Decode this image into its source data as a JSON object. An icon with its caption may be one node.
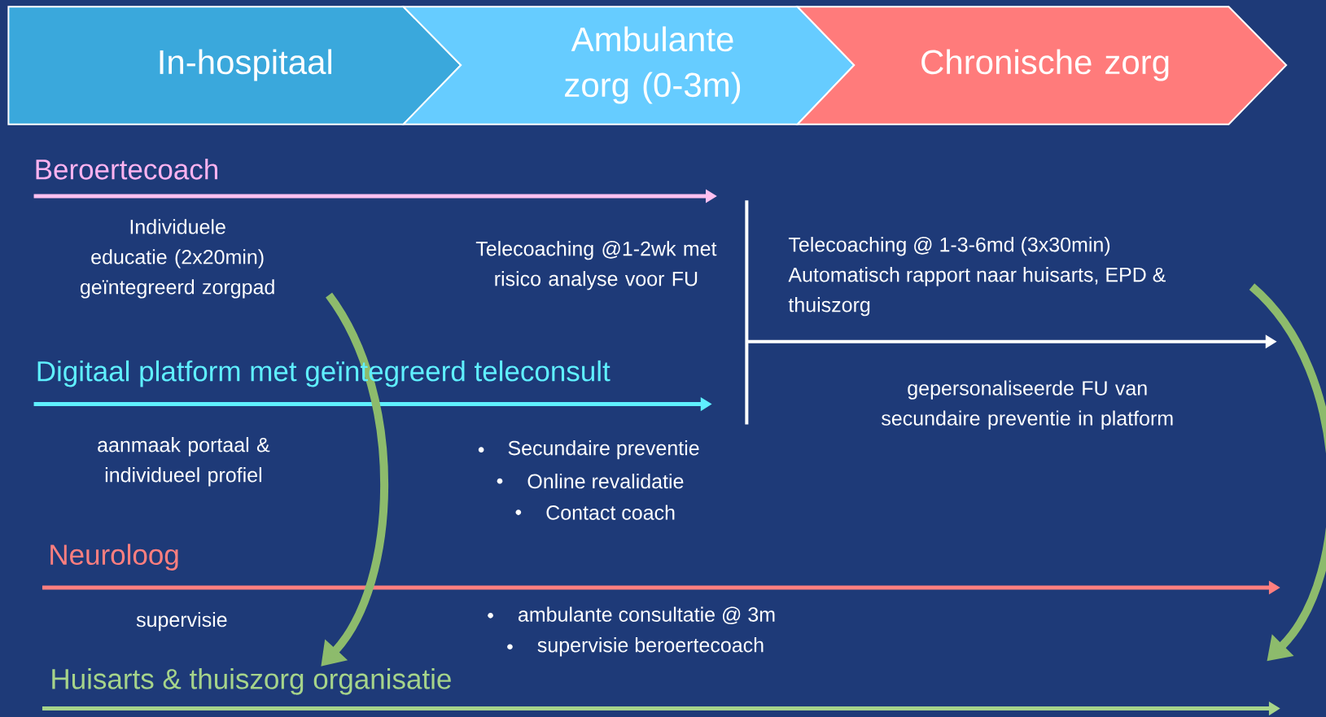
{
  "diagram": {
    "nodes": [
      {
        "text": [
          "In-hospitaal"
        ]
      },
      {
        "text": [
          "Ambulante zorg (0-3m)"
        ]
      },
      {
        "text": [
          "Chronische zorg"
        ]
      },
      {
        "text": [
          "Individuele educatie (2x20min) geïntegreerd zorgpad"
        ]
      },
      {
        "text": [
          "Telecoaching @ 1-3-6md (3x30min) Automatisch rapport naar huisarts, EPD & thuiszorg"
        ]
      },
      {
        "text": [
          "Huisarts & thuiszorg organisatie"
        ]
      }
    ],
    "edges": [
      {
        "from": 3,
        "to": 5,
        "arrow": "to"
      },
      {
        "from": 4,
        "to": null,
        "arrow": "to"
      }
    ],
    "labels": [
      "Beroertecoach",
      "Telecoaching @1-2wk met risico analyse voor FU",
      "Digitaal platform met geïntegreerd teleconsult",
      "aanmaak portaal & individueel profiel",
      "Secundaire preventie",
      "Online revalidatie",
      "Contact coach",
      "gepersonaliseerde FU van secundaire preventie in platform",
      "Neuroloog",
      "supervisie",
      "ambulante consultatie @ 3m",
      "supervisie beroertecoach"
    ]
  }
}
